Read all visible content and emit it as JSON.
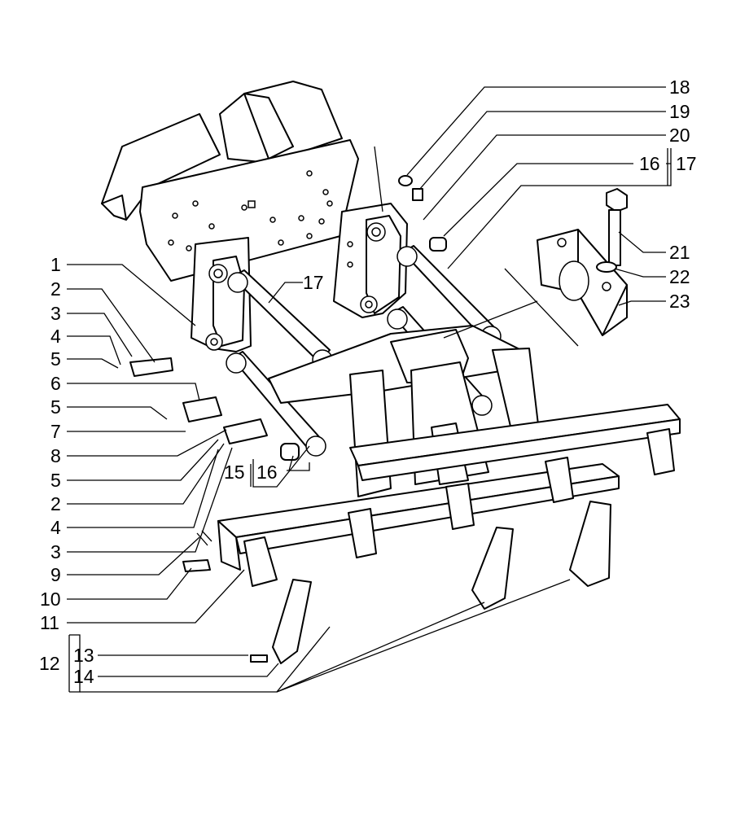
{
  "callouts": {
    "c1": "1",
    "c2a": "2",
    "c3a": "3",
    "c4a": "4",
    "c5a": "5",
    "c6": "6",
    "c5b": "5",
    "c7": "7",
    "c8": "8",
    "c5c": "5",
    "c2b": "2",
    "c4b": "4",
    "c3b": "3",
    "c9": "9",
    "c10": "10",
    "c11": "11",
    "c12": "12",
    "c13": "13",
    "c14": "14",
    "c15": "15",
    "c16a": "16",
    "c17a": "17",
    "c16b": "16",
    "c17b": "17",
    "c18": "18",
    "c19": "19",
    "c20": "20",
    "c21": "21",
    "c22": "22",
    "c23": "23"
  }
}
